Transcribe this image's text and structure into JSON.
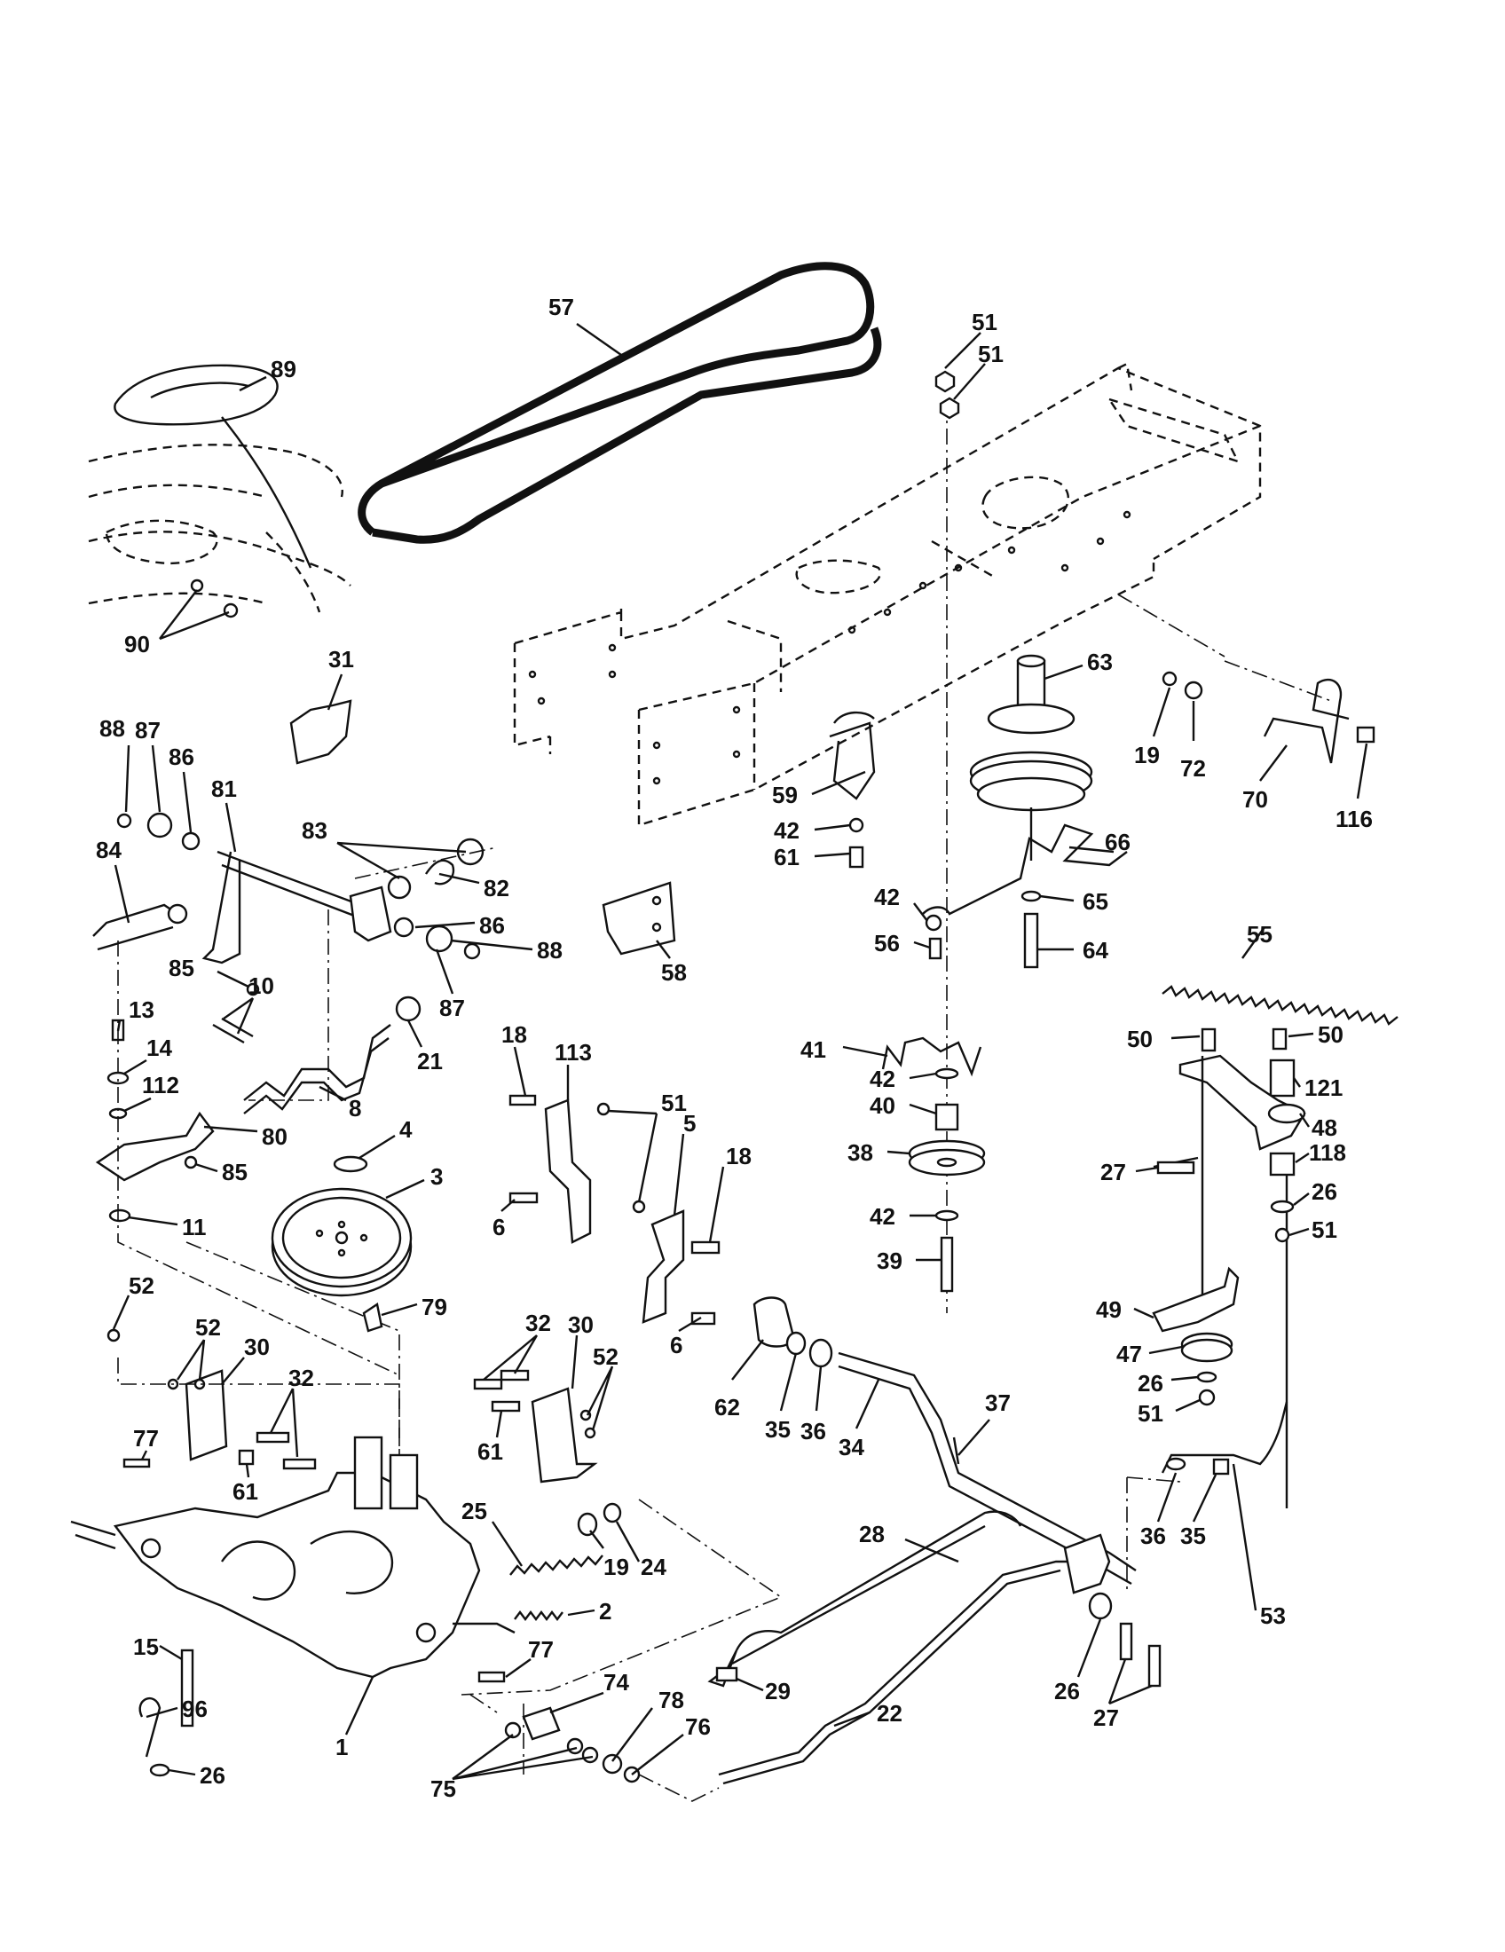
{
  "labels": {
    "p57": "57",
    "p89": "89",
    "p51a": "51",
    "p51b": "51",
    "p90": "90",
    "p31": "31",
    "p88a": "88",
    "p87a": "87",
    "p86a": "86",
    "p81": "81",
    "p84": "84",
    "p83": "83",
    "p82": "82",
    "p86b": "86",
    "p85a": "85",
    "p88b": "88",
    "p87b": "87",
    "p10": "10",
    "p21": "21",
    "p13": "13",
    "p14": "14",
    "p112": "112",
    "p8": "8",
    "p80": "80",
    "p4": "4",
    "p85b": "85",
    "p3": "3",
    "p11": "11",
    "p52a": "52",
    "p52b": "52",
    "p30a": "30",
    "p32a": "32",
    "p79": "79",
    "p77a": "77",
    "p61a": "61",
    "p15": "15",
    "p96": "96",
    "p26a": "26",
    "p1": "1",
    "p58": "58",
    "p18a": "18",
    "p113": "113",
    "p51c": "51",
    "p5": "5",
    "p18b": "18",
    "p6a": "6",
    "p6b": "6",
    "p32b": "32",
    "p30b": "30",
    "p52c": "52",
    "p61b": "61",
    "p25": "25",
    "p19a": "19",
    "p24": "24",
    "p2": "2",
    "p77b": "77",
    "p74": "74",
    "p78": "78",
    "p76": "76",
    "p75": "75",
    "p62": "62",
    "p35a": "35",
    "p36a": "36",
    "p34": "34",
    "p37": "37",
    "p28": "28",
    "p29": "29",
    "p22": "22",
    "p63": "63",
    "p59": "59",
    "p42a": "42",
    "p61c": "61",
    "p66": "66",
    "p42b": "42",
    "p56": "56",
    "p65": "65",
    "p64": "64",
    "p41": "41",
    "p42c": "42",
    "p40": "40",
    "p38": "38",
    "p42d": "42",
    "p39": "39",
    "p19b": "19",
    "p72": "72",
    "p70": "70",
    "p116": "116",
    "p55": "55",
    "p50a": "50",
    "p50b": "50",
    "p121": "121",
    "p48": "48",
    "p27a": "27",
    "p118": "118",
    "p26b": "26",
    "p51d": "51",
    "p49": "49",
    "p47": "47",
    "p26c": "26",
    "p51e": "51",
    "p36b": "36",
    "p35b": "35",
    "p53": "53",
    "p26d": "26",
    "p27b": "27"
  }
}
